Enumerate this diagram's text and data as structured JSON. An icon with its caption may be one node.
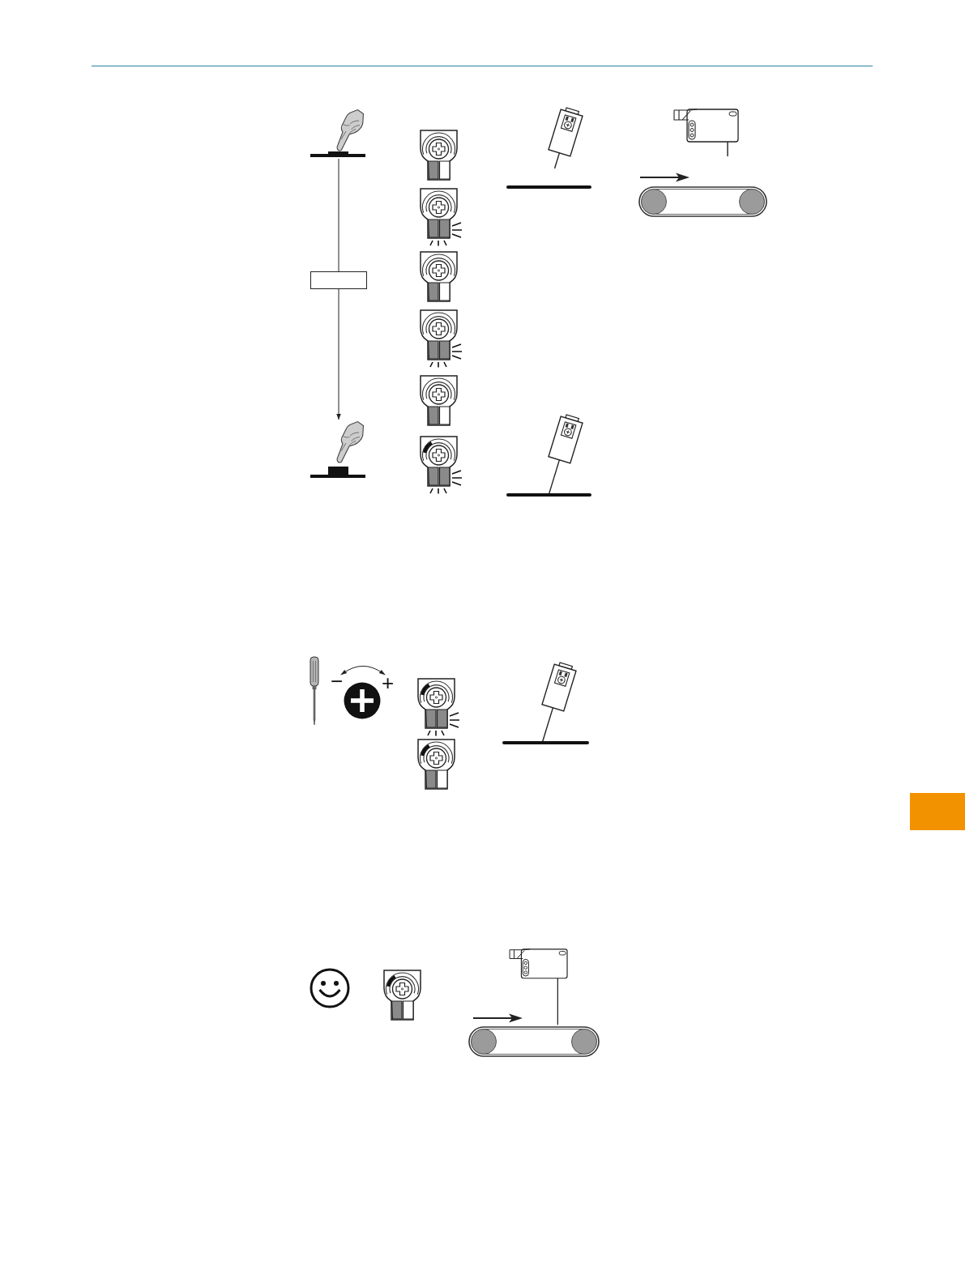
{
  "diagram": {
    "nodes": [
      {
        "text": [],
        "shape": "picture"
      },
      {
        "text": [],
        "shape": "box"
      },
      {
        "text": [],
        "shape": "picture"
      }
    ],
    "edges": [
      {
        "from": 0,
        "to": 1,
        "arrow": "none"
      },
      {
        "from": 1,
        "to": 2,
        "arrow": "to"
      }
    ],
    "labels": [
      "−",
      "+"
    ]
  }
}
